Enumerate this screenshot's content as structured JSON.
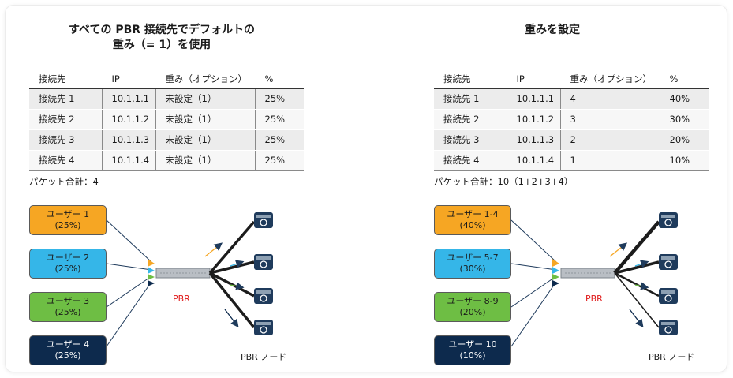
{
  "left": {
    "title_line1": "すべての PBR 接続先でデフォルトの",
    "title_line2": "重み（= 1）を使用",
    "headers": [
      "接続先",
      "IP",
      "重み（オプション）",
      "%"
    ],
    "rows": [
      [
        "接続先 1",
        "10.1.1.1",
        "未設定（1）",
        "25%"
      ],
      [
        "接続先 2",
        "10.1.1.2",
        "未設定（1）",
        "25%"
      ],
      [
        "接続先 3",
        "10.1.1.3",
        "未設定（1）",
        "25%"
      ],
      [
        "接続先 4",
        "10.1.1.4",
        "未設定（1）",
        "25%"
      ]
    ],
    "total": "パケット合計：4",
    "users": [
      {
        "name": "ユーザー 1",
        "pct": "(25%)"
      },
      {
        "name": "ユーザー 2",
        "pct": "(25%)"
      },
      {
        "name": "ユーザー 3",
        "pct": "(25%)"
      },
      {
        "name": "ユーザー 4",
        "pct": "(25%)"
      }
    ],
    "pbr_label": "PBR",
    "node_label": "PBR ノード"
  },
  "right": {
    "title": "重みを設定",
    "headers": [
      "接続先",
      "IP",
      "重み（オプション）",
      "%"
    ],
    "rows": [
      [
        "接続先 1",
        "10.1.1.1",
        "4",
        "40%"
      ],
      [
        "接続先 2",
        "10.1.1.2",
        "3",
        "30%"
      ],
      [
        "接続先 3",
        "10.1.1.3",
        "2",
        "20%"
      ],
      [
        "接続先 4",
        "10.1.1.4",
        "1",
        "10%"
      ]
    ],
    "total": "パケット合計：10（1+2+3+4）",
    "users": [
      {
        "name": "ユーザー 1-4",
        "pct": "(40%)"
      },
      {
        "name": "ユーザー 5-7",
        "pct": "(30%)"
      },
      {
        "name": "ユーザー 8-9",
        "pct": "(20%)"
      },
      {
        "name": "ユーザー 10",
        "pct": "(10%)"
      }
    ],
    "pbr_label": "PBR",
    "node_label": "PBR ノード"
  },
  "colors": {
    "user1": "#f6a623",
    "user2": "#35b6e8",
    "user3": "#6ebe44",
    "user4": "#0d2a4d",
    "pbr_label": "#e01b1b",
    "links": "#1f3b5c"
  }
}
